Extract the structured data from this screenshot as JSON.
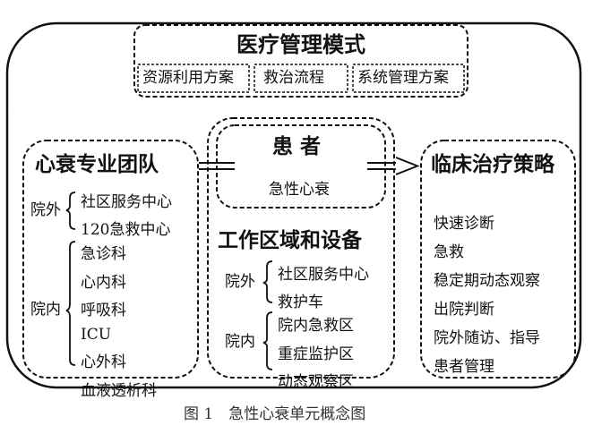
{
  "top": {
    "title": "医疗管理模式",
    "boxes": [
      "资源利用方案",
      "救治流程",
      "系统管理方案"
    ]
  },
  "left": {
    "title": "心衰专业团队",
    "outside_label": "院外",
    "outside_items": [
      "社区服务中心",
      "120急救中心"
    ],
    "inside_label": "院内",
    "inside_items": [
      "急诊科",
      "心内科",
      "呼吸科",
      "ICU",
      "心外科",
      "血液透析科"
    ]
  },
  "center": {
    "patient_title": "患 者",
    "patient_sub": "急性心衰",
    "work_title": "工作区域和设备",
    "outside_label": "院外",
    "outside_items": [
      "社区服务中心",
      "救护车"
    ],
    "inside_label": "院内",
    "inside_items": [
      "院内急救区",
      "重症监护区",
      "动态观察区"
    ]
  },
  "right": {
    "title": "临床治疗策略",
    "items": [
      "快速诊断",
      "急救",
      "稳定期动态观察",
      "出院判断",
      "院外随访、指导",
      "患者管理"
    ]
  },
  "caption": "图 1　急性心衰单元概念图"
}
